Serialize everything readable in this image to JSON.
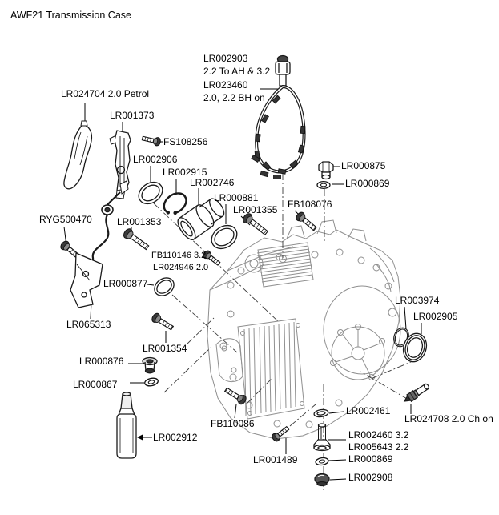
{
  "title": "AWF21 Transmission Case",
  "colors": {
    "label_text": "#000000",
    "part_line": "#1a1a1a",
    "case_line": "#8f8f8f"
  },
  "labels": [
    {
      "text": "AWF21 Transmission Case"
    },
    {
      "text": "LR002903"
    },
    {
      "text": "2.2 To AH & 3.2"
    },
    {
      "text": "LR023460"
    },
    {
      "text": "2.0, 2.2 BH on"
    },
    {
      "text": "LR024704 2.0 Petrol"
    },
    {
      "text": "LR001373"
    },
    {
      "text": "FS108256"
    },
    {
      "text": "LR002906"
    },
    {
      "text": "LR002915"
    },
    {
      "text": "LR002746"
    },
    {
      "text": "LR000881"
    },
    {
      "text": "LR001355"
    },
    {
      "text": "FB108076"
    },
    {
      "text": "LR000875"
    },
    {
      "text": "LR000869"
    },
    {
      "text": "RYG500470"
    },
    {
      "text": "LR001353"
    },
    {
      "text": "FB110146 3.2"
    },
    {
      "text": "LR024946 2.0"
    },
    {
      "text": "LR000877"
    },
    {
      "text": "LR065313"
    },
    {
      "text": "LR001354"
    },
    {
      "text": "LR000876"
    },
    {
      "text": "LR000867"
    },
    {
      "text": "LR002912"
    },
    {
      "text": "FB110086"
    },
    {
      "text": "LR001489"
    },
    {
      "text": "LR002461"
    },
    {
      "text": "LR024708 2.0 Ch on"
    },
    {
      "text": "LR002460 3.2"
    },
    {
      "text": "LR005643 2.2"
    },
    {
      "text": "LR000869"
    },
    {
      "text": "LR002908"
    },
    {
      "text": "LR003974"
    },
    {
      "text": "LR002905"
    }
  ]
}
